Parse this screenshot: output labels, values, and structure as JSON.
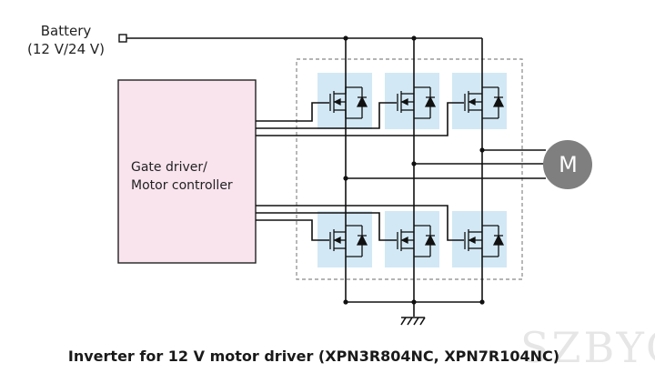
{
  "battery": {
    "line1": "Battery",
    "line2": "(12 V/24 V)"
  },
  "driver": {
    "line1": "Gate driver/",
    "line2": "Motor controller"
  },
  "motor": {
    "label": "M"
  },
  "caption": "Inverter for 12 V motor driver (XPN3R804NC, XPN7R104NC)",
  "watermark": "SZBYC",
  "colors": {
    "wire": "#111111",
    "driver_fill": "#f9e4ee",
    "mosfet_bg": "#d2e8f5",
    "dashed_box": "#888888",
    "motor_fill": "#7f7f7f"
  }
}
